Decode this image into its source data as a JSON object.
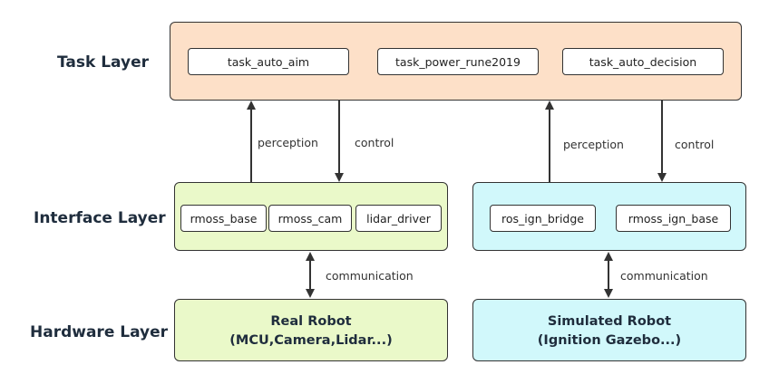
{
  "layers": {
    "task": "Task Layer",
    "interface": "Interface Layer",
    "hardware": "Hardware Layer"
  },
  "task_modules": [
    "task_auto_aim",
    "task_power_rune2019",
    "task_auto_decision"
  ],
  "interface_real_modules": [
    "rmoss_base",
    "rmoss_cam",
    "lidar_driver"
  ],
  "interface_sim_modules": [
    "ros_ign_bridge",
    "rmoss_ign_base"
  ],
  "hardware": {
    "real": {
      "title": "Real Robot",
      "subtitle": "(MCU,Camera,Lidar...)"
    },
    "sim": {
      "title": "Simulated Robot",
      "subtitle": "(Ignition Gazebo...)"
    }
  },
  "edges": {
    "perception": "perception",
    "control": "control",
    "communication": "communication"
  },
  "colors": {
    "task_fill": "#fde0c8",
    "real_fill": "#eaf9c9",
    "sim_fill": "#d1f8fb",
    "stroke": "#333333"
  }
}
